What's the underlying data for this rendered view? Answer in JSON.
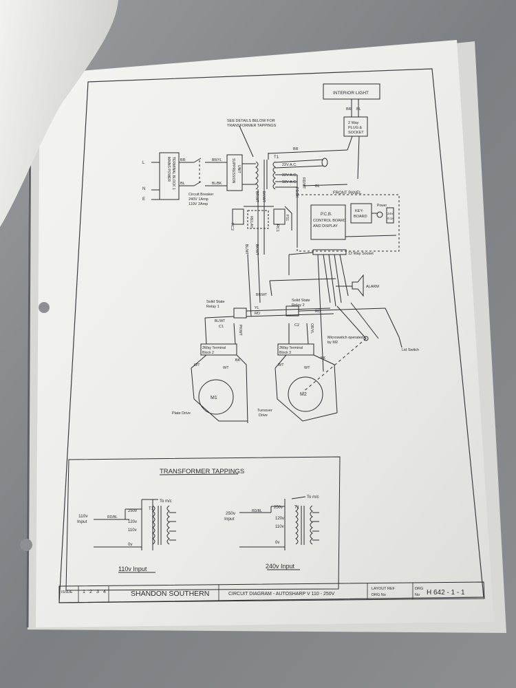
{
  "diagram": {
    "interior_light": "INTERIOR LIGHT",
    "plug_socket": [
      "2 Way",
      "PLUG &",
      "SOCKET"
    ],
    "see_details": [
      "SEE DETAILS BELOW FOR",
      "TRANSFORMER TAPPINGS"
    ],
    "wire_br": "BR",
    "wire_bl": "BL",
    "wire_br_yl": "BR/YL",
    "wire_bl_bk": "BL/BK",
    "wire_br_wt": "BR/WT",
    "wire_bk_wt": "BK/WT",
    "wire_bl_wt": "BL/WT",
    "wire_rd_wt": "RD/WT",
    "wire_rd_bk": "RD/BK",
    "wire_pk_wt": "PK/WT",
    "wire_or_yl": "OR/YL",
    "wire_yl": "YL",
    "wire_rd": "RD",
    "wire_wt": "WT",
    "wire_bk": "BK",
    "terminal_l": "L",
    "terminal_n": "N",
    "terminal_e": "E",
    "mains_block": [
      "MAINS POWER",
      "TERMINAL BLOCK 1"
    ],
    "suppression": [
      "SUPPRESSION",
      "UNIT"
    ],
    "breaker": [
      "Circuit Breaker",
      "240V 1Amp",
      "110V 2Amp"
    ],
    "t1": "T1",
    "v22a": "22V A.C.",
    "v22b": "22V A.C.",
    "v18": "18V A.C.",
    "front_panel": "FRONT PANEL",
    "pcb": [
      "P.C.B.",
      "CONTROL BOARD",
      "AND DISPLAY"
    ],
    "keyboard": [
      "KEY-",
      "BOARD"
    ],
    "power": "Power",
    "fuse": [
      "24V",
      "0.1A"
    ],
    "relay": "RELAY",
    "rc1": "RC1",
    "rc2": "RC2",
    "fuse_small": "FS1",
    "way_socket": "12 Way Socket",
    "alarm": "ALARM",
    "ssr1": [
      "Solid State",
      "Relay 1"
    ],
    "ssr2": [
      "Solid State",
      "Relay 2"
    ],
    "c1": "C1",
    "c2": "C2",
    "microswitch": [
      "Microswitch operated",
      "by M2"
    ],
    "lid_switch": "Lid Switch",
    "tb2": [
      "3Way Terminal",
      "Block   2"
    ],
    "tb3": [
      "3Way Terminal",
      "Block   3"
    ],
    "m1": "M1",
    "m2": "M2",
    "plate_drive": "Plate Drive",
    "turnover_drive": [
      "Turnover",
      "Drive"
    ]
  },
  "tappings": {
    "title": "TRANSFORMER TAPPINGS",
    "to_mc": "To m/c",
    "t1": "T1",
    "rd_bl": "RD/BL",
    "v250": "250v",
    "v120": "120v",
    "v110": "110v",
    "v0": "0v",
    "in110": [
      "110v",
      "Input"
    ],
    "in250": [
      "250v",
      "Input"
    ],
    "cap110": "110v Input",
    "cap240": "240v Input"
  },
  "title_block": {
    "issue": "ISSUE",
    "issue_nums": [
      "1",
      "2",
      "3",
      "4"
    ],
    "company": "SHANDON SOUTHERN",
    "title": "CIRCUIT DIAGRAM - AUTOSHARP V   110 - 250V",
    "layout_ref": "LAYOUT REF",
    "drg_no_small": "DRG No",
    "drg": "DRG",
    "no": "No",
    "number": "H 642 - 1 - 1"
  }
}
